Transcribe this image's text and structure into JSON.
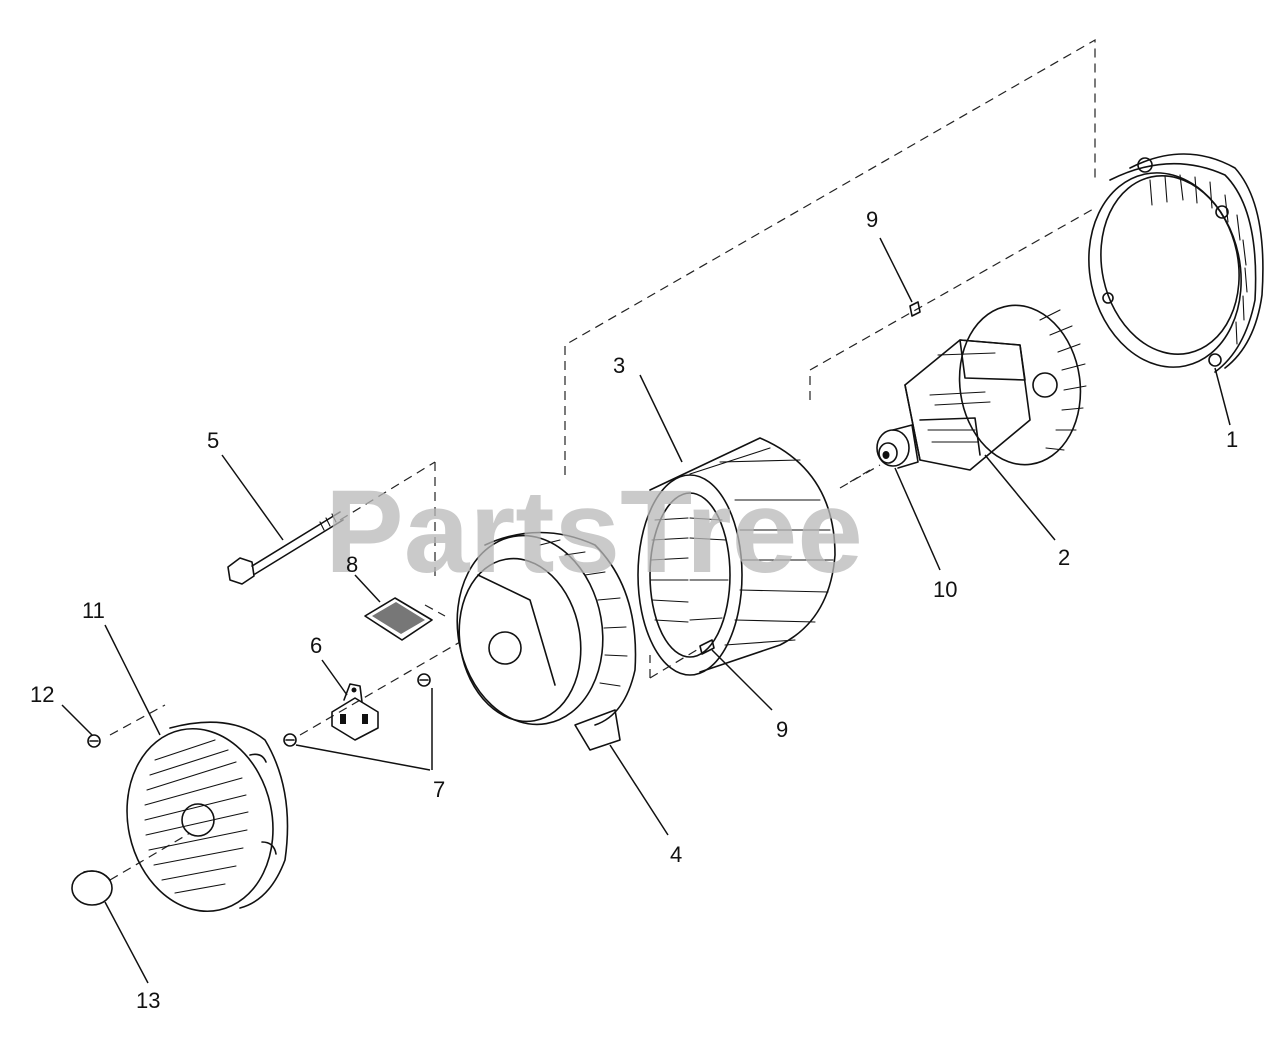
{
  "watermark": {
    "text": "PartsTree"
  },
  "callouts": [
    {
      "id": "1",
      "label": "1"
    },
    {
      "id": "2",
      "label": "2"
    },
    {
      "id": "3",
      "label": "3"
    },
    {
      "id": "4",
      "label": "4"
    },
    {
      "id": "5",
      "label": "5"
    },
    {
      "id": "6",
      "label": "6"
    },
    {
      "id": "7",
      "label": "7"
    },
    {
      "id": "8",
      "label": "8"
    },
    {
      "id": "9a",
      "label": "9"
    },
    {
      "id": "9b",
      "label": "9"
    },
    {
      "id": "10",
      "label": "10"
    },
    {
      "id": "11",
      "label": "11"
    },
    {
      "id": "12",
      "label": "12"
    },
    {
      "id": "13",
      "label": "13"
    }
  ]
}
